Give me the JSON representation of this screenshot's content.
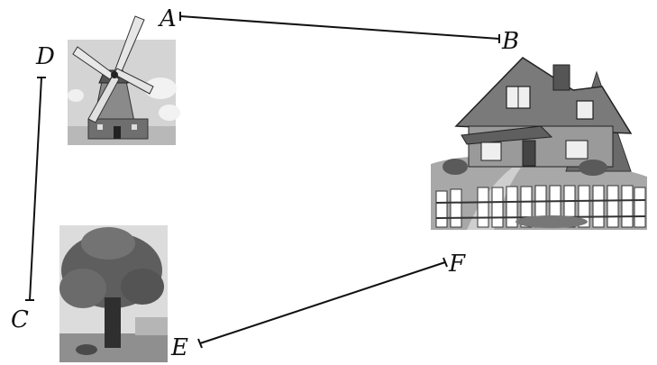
{
  "points": {
    "A": "A",
    "B": "B",
    "C": "C",
    "D": "D",
    "E": "E",
    "F": "F"
  },
  "pictures": {
    "windmill": "windmill-picture",
    "house": "house-with-fence-picture",
    "tree": "tree-picture"
  },
  "colors": {
    "ink": "#111111",
    "picture_gray": "#9a9a9a"
  }
}
